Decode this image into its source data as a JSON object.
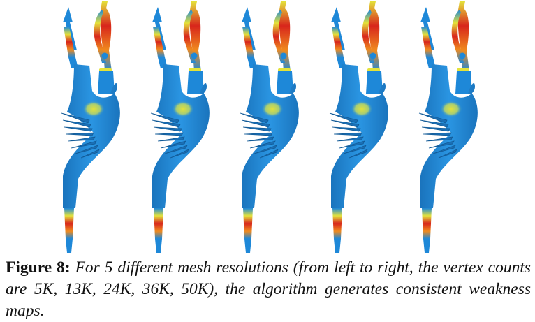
{
  "figure": {
    "label": "Figure 8:",
    "caption": "For 5 different mesh resolutions (from left to right, the vertex counts are 5K, 13K, 24K, 36K, 50K), the algorithm generates consistent weakness maps."
  },
  "colors": {
    "base": "#1e88d8",
    "yellow": "#e4e23a",
    "orange": "#ef8a1e",
    "red": "#d8261c"
  },
  "renders": [
    {
      "resolution": "5K"
    },
    {
      "resolution": "13K"
    },
    {
      "resolution": "24K"
    },
    {
      "resolution": "36K"
    },
    {
      "resolution": "50K"
    }
  ]
}
